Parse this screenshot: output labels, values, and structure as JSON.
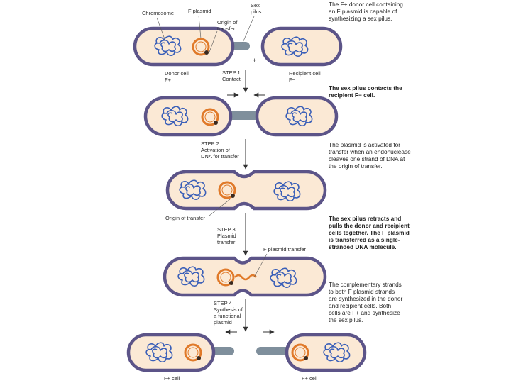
{
  "colors": {
    "envelope": "#5c5488",
    "cytoplasm": "#fbe9d5",
    "pilus": "#7f8f9c",
    "chromosome": "#3a5fb8",
    "plasmid": "#e07a2a",
    "origin": "#3a2a20",
    "arrow": "#333333"
  },
  "labels": {
    "chromosome": "Chromosome",
    "f_plasmid": "F plasmid",
    "sex_pilus": [
      "Sex",
      "pilus"
    ],
    "origin_of_transfer": [
      "Origin of",
      "transfer"
    ],
    "plus_sign": "+",
    "donor_cell": [
      "Donor cell",
      "F+"
    ],
    "recipient_cell": [
      "Recipient cell",
      "F−"
    ],
    "origin_of_transfer_2": "Origin of transfer",
    "f_plasmid_transfer": "F plasmid transfer",
    "f_plus_cell_left": "F+ cell",
    "f_plus_cell_right": "F+ cell"
  },
  "steps": [
    [
      "STEP 1",
      "Contact"
    ],
    [
      "STEP 2",
      "Activation of",
      "DNA for transfer"
    ],
    [
      "STEP 3",
      "Plasmid",
      "transfer"
    ],
    [
      "STEP 4",
      "Synthesis of",
      "a functional",
      "plasmid"
    ]
  ],
  "notes": [
    [
      "The F+ donor cell containing",
      "an F plasmid is capable of",
      "synthesizing a sex pilus."
    ],
    [
      "The sex pilus contacts the",
      "recipient F− cell."
    ],
    [
      "The plasmid is activated for",
      "transfer when an endonuclease",
      "cleaves one strand of DNA at",
      "the origin of transfer."
    ],
    [
      "The sex pilus retracts and",
      "pulls the donor and recipient",
      "cells together. The F plasmid",
      "is transferred as a single-",
      "stranded DNA molecule."
    ],
    [
      "The complementary strands",
      "to both F plasmid strands",
      "are synthesized in the donor",
      "and recipient cells. Both",
      "cells are F+ and synthesize",
      "the sex pilus."
    ]
  ]
}
